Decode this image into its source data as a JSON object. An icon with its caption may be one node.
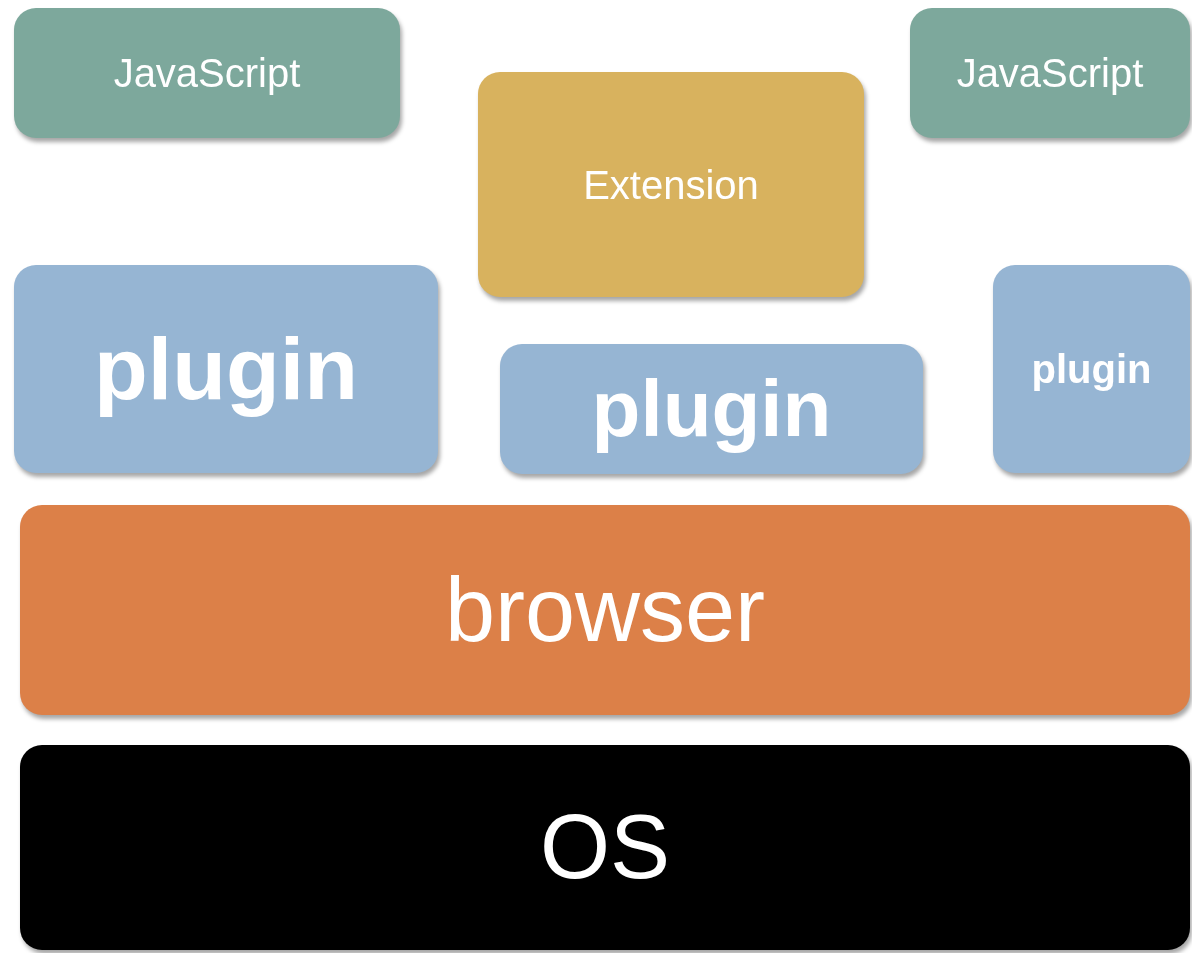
{
  "diagram": {
    "nodes": [
      {
        "text": [
          "JavaScript"
        ]
      },
      {
        "text": [
          "JavaScript"
        ]
      },
      {
        "text": [
          "Extension"
        ]
      },
      {
        "text": [
          "plugin"
        ]
      },
      {
        "text": [
          "plugin"
        ]
      },
      {
        "text": [
          "plugin"
        ]
      },
      {
        "text": [
          "browser"
        ]
      },
      {
        "text": [
          "OS"
        ]
      }
    ]
  }
}
